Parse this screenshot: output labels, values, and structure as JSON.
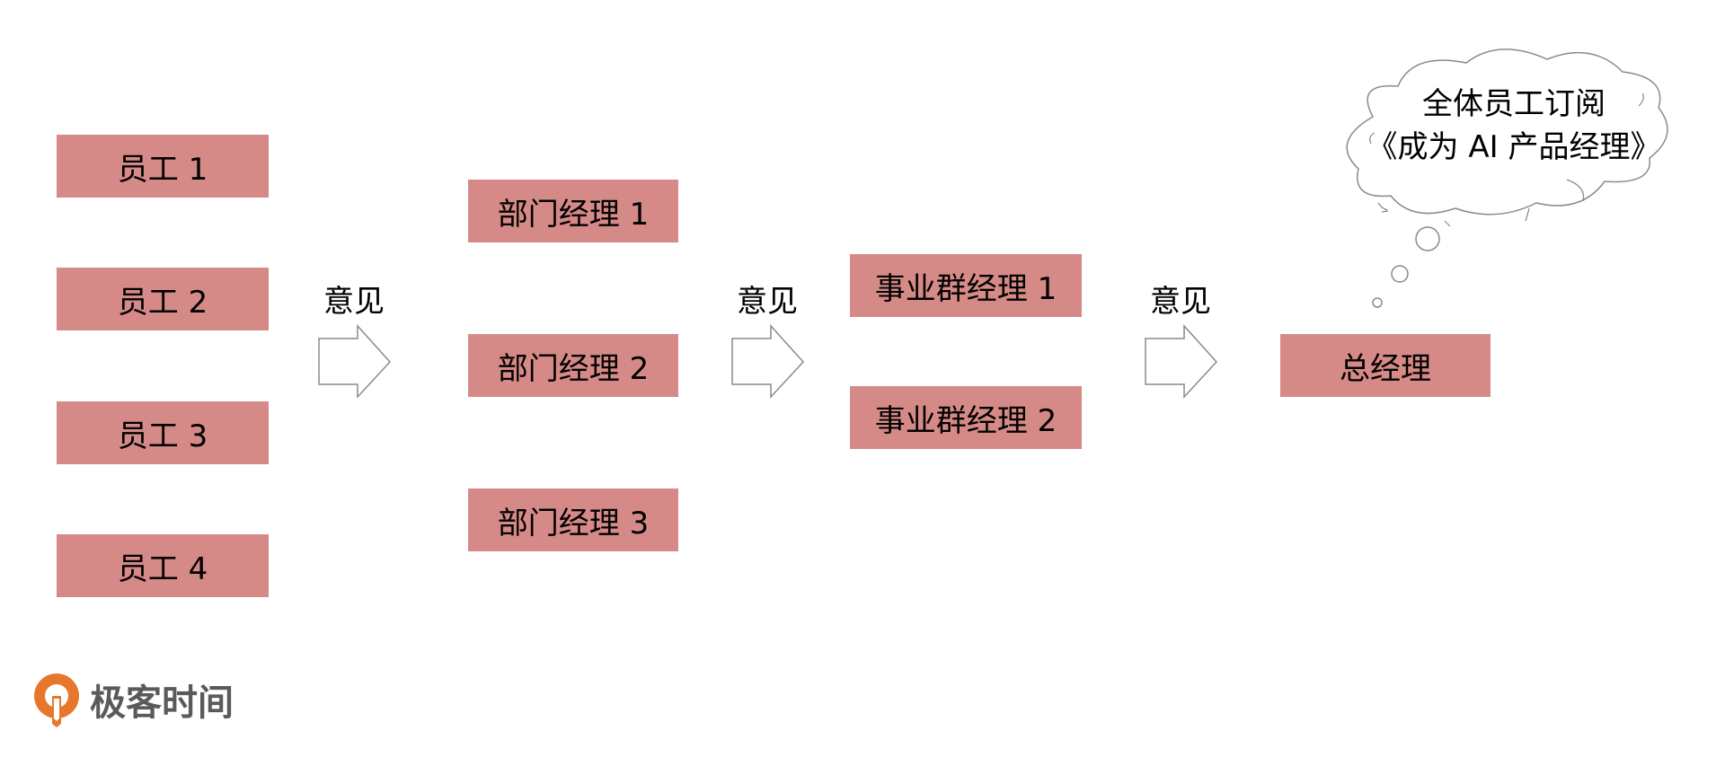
{
  "employees": [
    "员工 1",
    "员工 2",
    "员工 3",
    "员工 4"
  ],
  "dept_managers": [
    "部门经理 1",
    "部门经理 2",
    "部门经理 3"
  ],
  "bu_managers": [
    "事业群经理 1",
    "事业群经理 2"
  ],
  "general_manager": "总经理",
  "arrow_label": "意见",
  "thought": {
    "line1": "全体员工订阅",
    "line2": "《成为 AI 产品经理》"
  },
  "logo": {
    "text": "极客时间",
    "icon": "geektime-logo-icon"
  },
  "colors": {
    "box": "#d68a87",
    "logo_orange": "#e8772e"
  }
}
